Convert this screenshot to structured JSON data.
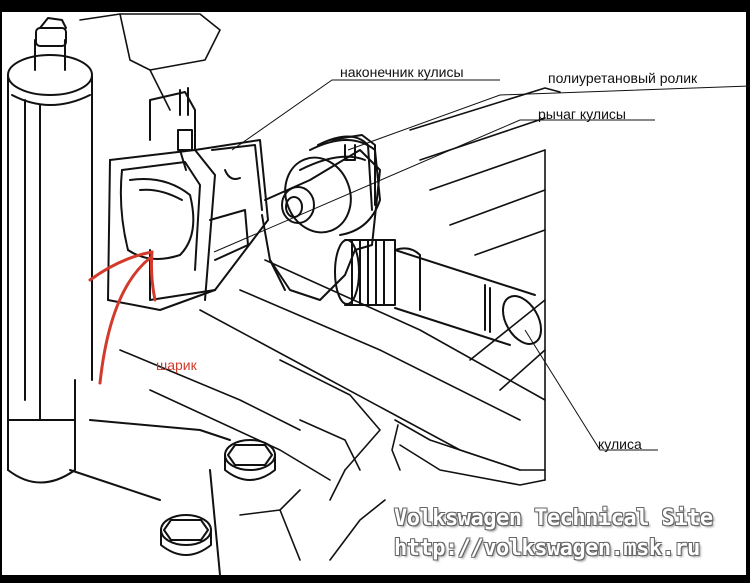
{
  "labels": {
    "shift_rod_end": "наконечник кулисы",
    "polyurethane_roller": "полиуретановый ролик",
    "shift_lever": "рычаг кулисы",
    "shift_rod": "кулиса",
    "ball": "шарик"
  },
  "watermark": {
    "line1": "Volkswagen Technical Site",
    "line2": "http://volkswagen.msk.ru"
  },
  "colors": {
    "ink": "#111111",
    "annotation": "#d23a2c",
    "frame": "#000000"
  }
}
